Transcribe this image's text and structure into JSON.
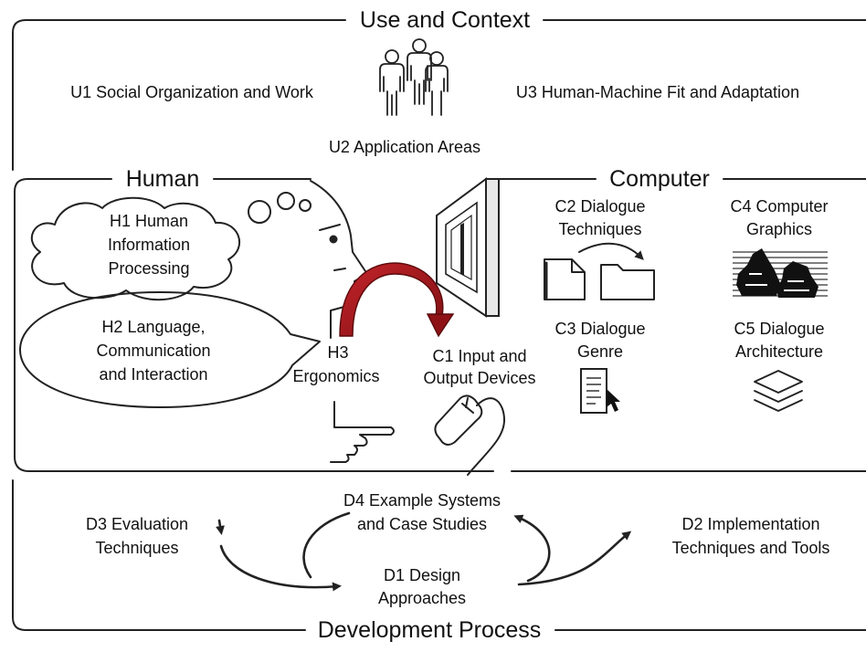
{
  "sections": {
    "use": "Use and Context",
    "human": "Human",
    "computer": "Computer",
    "development": "Development Process"
  },
  "use": {
    "u1": "U1 Social Organization and Work",
    "u2": "U2 Application Areas",
    "u3": "U3 Human-Machine Fit and Adaptation"
  },
  "human": {
    "h1": [
      "H1 Human",
      "Information",
      "Processing"
    ],
    "h2": [
      "H2 Language,",
      "Communication",
      "and Interaction"
    ],
    "h3": [
      "H3",
      "Ergonomics"
    ]
  },
  "computer": {
    "c1": [
      "C1 Input and",
      "Output Devices"
    ],
    "c2": [
      "C2 Dialogue",
      "Techniques"
    ],
    "c3": [
      "C3 Dialogue",
      "Genre"
    ],
    "c4": [
      "C4 Computer",
      "Graphics"
    ],
    "c5": [
      "C5 Dialogue",
      "Architecture"
    ]
  },
  "development": {
    "d1": [
      "D1 Design",
      "Approaches"
    ],
    "d2": [
      "D2 Implementation",
      "Techniques and Tools"
    ],
    "d3": [
      "D3 Evaluation",
      "Techniques"
    ],
    "d4": [
      "D4 Example Systems",
      "and Case Studies"
    ]
  },
  "icons": {
    "people": "people-icon",
    "head": "human-head-icon",
    "thought": "thought-bubble-icon",
    "speech": "speech-bubble-icon",
    "hand": "pointing-hand-icon",
    "monitor": "monitor-icon",
    "mouse": "mouse-icon",
    "documents": "document-folder-icon",
    "graphics": "graphics-icon",
    "genre": "document-cursor-icon",
    "layers": "layers-icon"
  },
  "colors": {
    "arrow": "#a0161a",
    "line": "#222222",
    "background": "#ffffff"
  }
}
